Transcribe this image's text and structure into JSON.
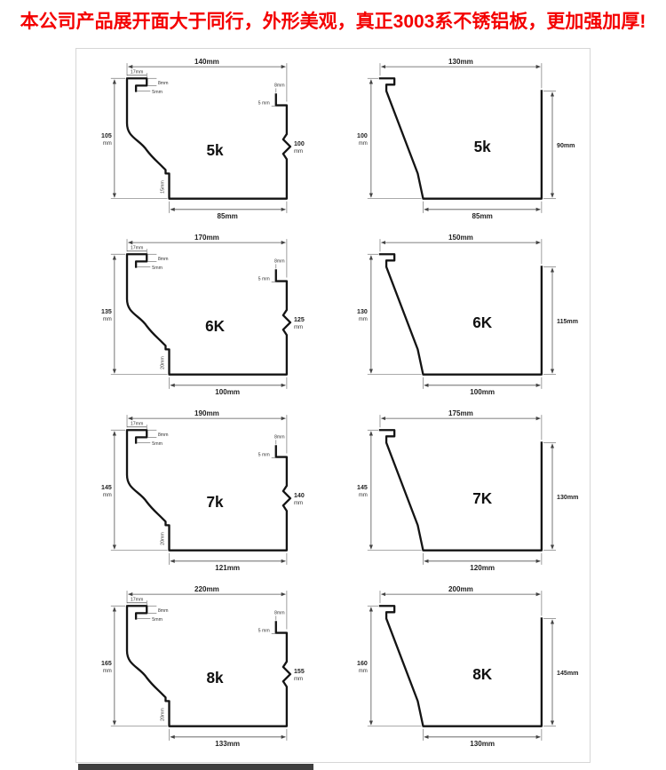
{
  "header": {
    "title": "本公司产品展开面大于同行，外形美观，真正3003系不锈铝板，更加强加厚!",
    "accent_color": "#f40000"
  },
  "shared_dims": {
    "hook_width": "17mm",
    "hook_step": "8mm",
    "hook_lip": "5mm",
    "right_lip_height": "8mm",
    "right_lip_width": "5 mm"
  },
  "panels": [
    {
      "id": "5k-left",
      "style": "k-profile",
      "label": "5k",
      "top": "140mm",
      "left_value": "105",
      "left_unit": "mm",
      "inner_value": "100",
      "inner_unit": "mm",
      "corner": "15mm",
      "bottom": "85mm"
    },
    {
      "id": "5k-right",
      "style": "box-profile",
      "label": "5k",
      "top": "130mm",
      "left_value": "100",
      "left_unit": "mm",
      "right": "90mm",
      "bottom": "85mm"
    },
    {
      "id": "6k-left",
      "style": "k-profile",
      "label": "6K",
      "top": "170mm",
      "left_value": "135",
      "left_unit": "mm",
      "inner_value": "125",
      "inner_unit": "mm",
      "corner": "20mm",
      "bottom": "100mm"
    },
    {
      "id": "6k-right",
      "style": "box-profile",
      "label": "6K",
      "top": "150mm",
      "left_value": "130",
      "left_unit": "mm",
      "right": "115mm",
      "bottom": "100mm"
    },
    {
      "id": "7k-left",
      "style": "k-profile",
      "label": "7k",
      "top": "190mm",
      "left_value": "145",
      "left_unit": "mm",
      "inner_value": "140",
      "inner_unit": "mm",
      "corner": "20mm",
      "bottom": "121mm"
    },
    {
      "id": "7k-right",
      "style": "box-profile",
      "label": "7K",
      "top": "175mm",
      "left_value": "145",
      "left_unit": "mm",
      "right": "130mm",
      "bottom": "120mm"
    },
    {
      "id": "8k-left",
      "style": "k-profile",
      "label": "8k",
      "top": "220mm",
      "left_value": "165",
      "left_unit": "mm",
      "inner_value": "155",
      "inner_unit": "mm",
      "corner": "20mm",
      "bottom": "133mm"
    },
    {
      "id": "8k-right",
      "style": "box-profile",
      "label": "8K",
      "top": "200mm",
      "left_value": "160",
      "left_unit": "mm",
      "right": "145mm",
      "bottom": "130mm"
    }
  ]
}
